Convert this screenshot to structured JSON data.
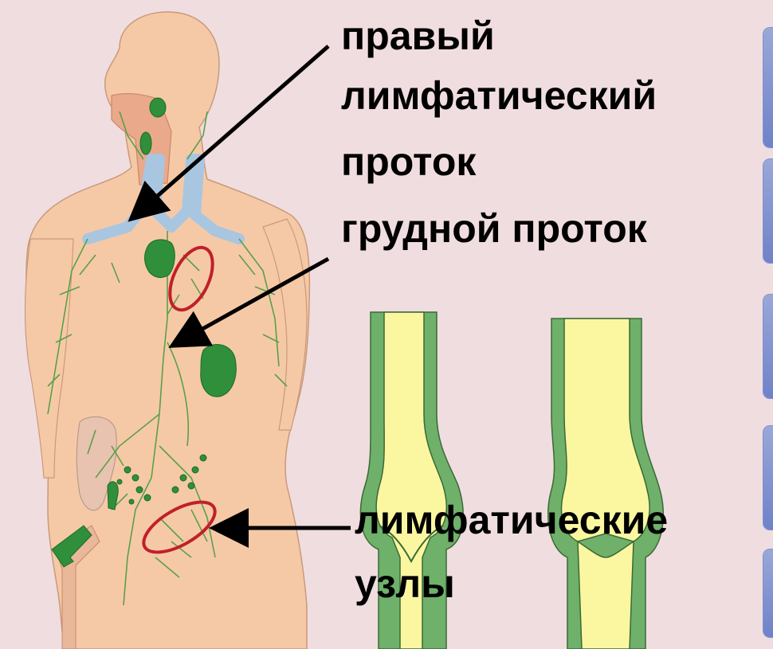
{
  "labels": {
    "right_lymphatic_duct_line1": "правый",
    "right_lymphatic_duct_line2": "лимфатический",
    "right_lymphatic_duct_line3": "проток",
    "thoracic_duct": "грудной проток",
    "lymph_nodes_line1": "лимфатические",
    "lymph_nodes_line2": "узлы"
  },
  "colors": {
    "background": "#f0dde0",
    "skin": "#f6c9a6",
    "lymph_green": "#2f8f3a",
    "vessel_yellow": "#fbf6a0",
    "vessel_wall": "#6fb06a",
    "highlight_ring": "#c0202a",
    "vein_blue": "#a9c6e0",
    "side_box": "#7f8fcf"
  }
}
